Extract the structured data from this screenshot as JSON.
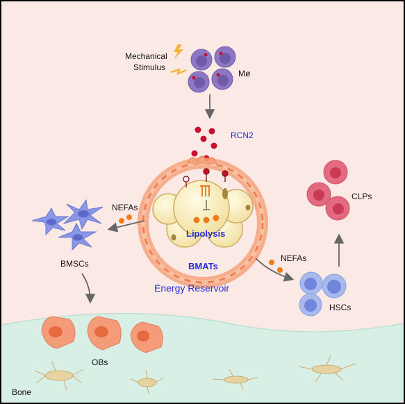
{
  "labels": {
    "stimulus_line1": "Mechanical",
    "stimulus_line2": "Stimulus",
    "macrophage": "Mø",
    "rcn2": "RCN2",
    "nefas_left": "NEFAs",
    "bmscs": "BMSCs",
    "obs": "OBs",
    "bone": "Bone",
    "lipolysis": "Lipolysis",
    "bmats": "BMATs",
    "energy_reservoir": "Energy Reservoir",
    "nefas_right": "NEFAs",
    "hscs": "HSCs",
    "clps": "CLPs"
  },
  "colors": {
    "background": "#fbe9e6",
    "bone": "#d8efe6",
    "blue_text": "#2a2ad6",
    "black_text": "#111111",
    "fire": "#f4a27a",
    "adipocyte": "#fbf0bf",
    "macrophage": "#8d77c4",
    "rcn2_dot": "#c8102e",
    "nefa_dot": "#ef7d1a",
    "bmsc": "#8a96e6",
    "osteoblast": "#f49c7a",
    "hsc": "#a9b9ec",
    "clp": "#e46a80",
    "osteocyte": "#e7d3a2",
    "arrow": "#666666"
  },
  "icons": [
    "lightning-icon",
    "macrophage-cell-icon",
    "adipocyte-cluster-icon",
    "receptor-icon",
    "stem-cell-icon",
    "osteoblast-icon",
    "hematopoietic-cell-icon",
    "osteocyte-icon",
    "arrow-icon"
  ]
}
